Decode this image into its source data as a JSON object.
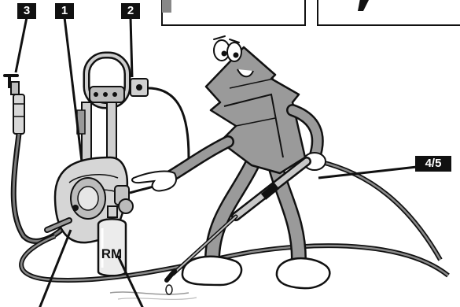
{
  "callouts": {
    "c1": "1",
    "c2": "2",
    "c3": "3",
    "c45": "4/5"
  },
  "bottle_label": "RM",
  "colors": {
    "ink": "#111111",
    "machine_gray": "#cfcfcf",
    "character_gray": "#9a9a9a",
    "hose_gray": "#7a7a7a",
    "paper": "#ffffff"
  }
}
